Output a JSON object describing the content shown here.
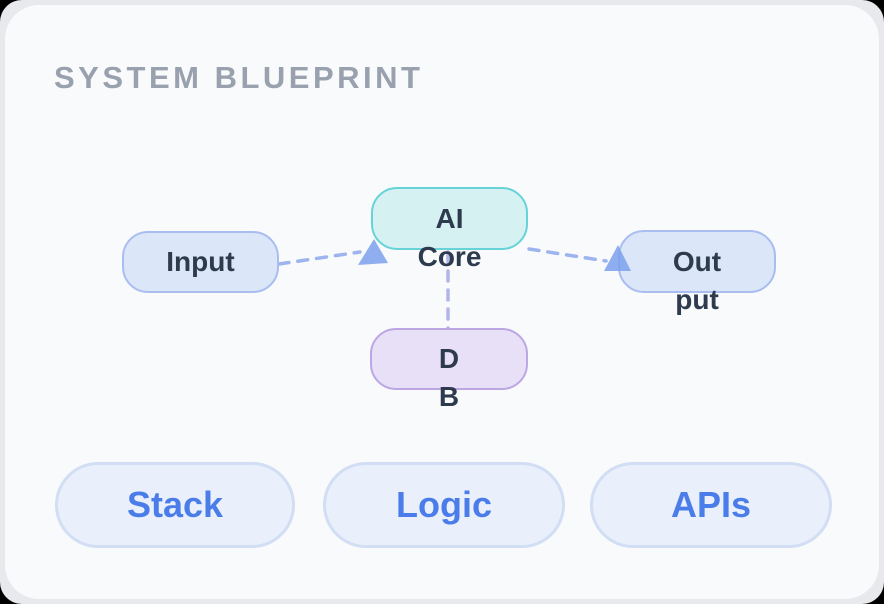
{
  "page": {
    "title": "SYSTEM BLUEPRINT"
  },
  "diagram": {
    "nodes": [
      {
        "id": "input",
        "label": "Input",
        "fill": "#dbe6f9",
        "border": "#a9bdf0"
      },
      {
        "id": "ai-core",
        "label": "AI\nCore",
        "fill": "#d6f1f1",
        "border": "#67d3d8"
      },
      {
        "id": "output",
        "label": "Out\nput",
        "fill": "#dbe6f9",
        "border": "#a9bdf0"
      },
      {
        "id": "db",
        "label": "D\nB",
        "fill": "#e8e0f6",
        "border": "#bca7e4"
      }
    ],
    "connectors": [
      {
        "from": "input",
        "to": "ai-core",
        "style": "dashed",
        "arrow": true,
        "color": "#9db4ee"
      },
      {
        "from": "ai-core",
        "to": "output",
        "style": "dashed",
        "arrow": true,
        "color": "#9db4ee"
      },
      {
        "from": "ai-core",
        "to": "db",
        "style": "dashed",
        "arrow": false,
        "color": "#b1b5e9"
      }
    ]
  },
  "tags": [
    {
      "label": "Stack"
    },
    {
      "label": "Logic"
    },
    {
      "label": "APIs"
    }
  ],
  "colors": {
    "page_background": "#000000",
    "outer_panel": "#e8e9ec",
    "card_background": "#f9fafc",
    "title_text": "#99a1ae",
    "node_text": "#2e3a4e",
    "pill_fill": "#e9effb",
    "pill_border": "#d2def4",
    "pill_text": "#4a7de9",
    "arrow_fill": "#7da0ed"
  }
}
